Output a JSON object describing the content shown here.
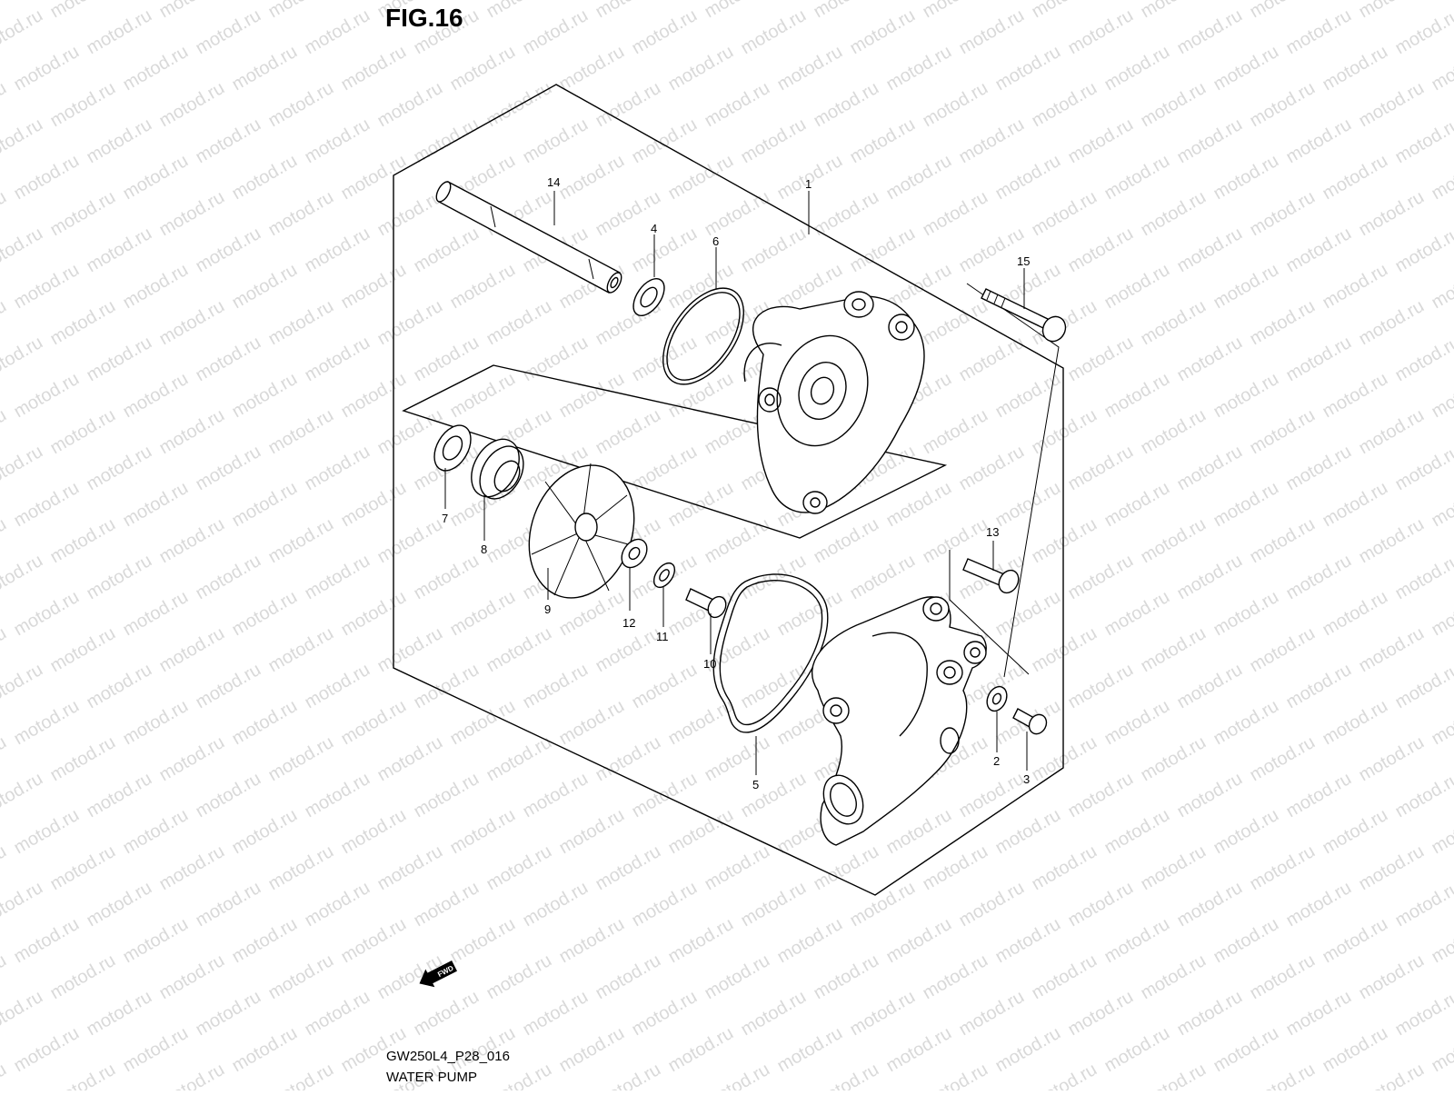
{
  "figure": {
    "title": "FIG.16",
    "code": "GW250L4_P28_016",
    "name": "WATER PUMP"
  },
  "watermark": {
    "text": "motod.ru",
    "color": "#d9d9d9"
  },
  "fwd_badge": {
    "label": "FWD",
    "icon": "forward-arrow-icon"
  },
  "callouts": [
    {
      "id": "1",
      "label": "1"
    },
    {
      "id": "2",
      "label": "2"
    },
    {
      "id": "3",
      "label": "3"
    },
    {
      "id": "4",
      "label": "4"
    },
    {
      "id": "5",
      "label": "5"
    },
    {
      "id": "6",
      "label": "6"
    },
    {
      "id": "7",
      "label": "7"
    },
    {
      "id": "8",
      "label": "8"
    },
    {
      "id": "9",
      "label": "9"
    },
    {
      "id": "10",
      "label": "10"
    },
    {
      "id": "11",
      "label": "11"
    },
    {
      "id": "12",
      "label": "12"
    },
    {
      "id": "13",
      "label": "13"
    },
    {
      "id": "14",
      "label": "14"
    },
    {
      "id": "15",
      "label": "15"
    }
  ]
}
